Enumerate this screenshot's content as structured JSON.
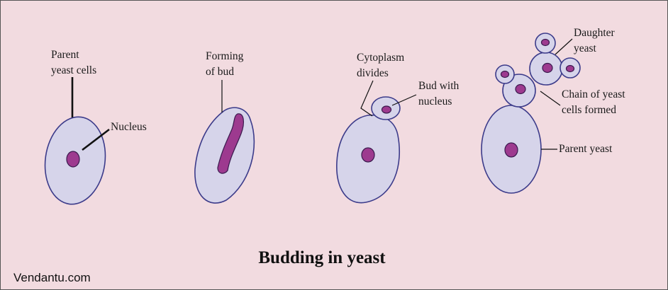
{
  "title": "Budding in yeast",
  "watermark": "Vendantu.com",
  "colors": {
    "background": "#f2dbe0",
    "cell_fill": "#d6d4ea",
    "cell_outline": "#3c3b8a",
    "nucleus_fill": "#9d3a8f",
    "nucleus_outline": "#3a1a4e",
    "leader_line": "#111111"
  },
  "stages": [
    {
      "labels": {
        "parent": [
          "Parent",
          "yeast cells"
        ],
        "nucleus": [
          "Nucleus"
        ]
      }
    },
    {
      "labels": {
        "bud": [
          "Forming",
          "of bud"
        ]
      }
    },
    {
      "labels": {
        "cytoplasm": [
          "Cytoplasm",
          "divides"
        ],
        "bud": [
          "Bud with",
          "nucleus"
        ]
      }
    },
    {
      "labels": {
        "daughter": [
          "Daughter",
          "yeast"
        ],
        "chain": [
          "Chain of yeast",
          "cells formed"
        ],
        "parent": [
          "Parent yeast"
        ]
      }
    }
  ]
}
